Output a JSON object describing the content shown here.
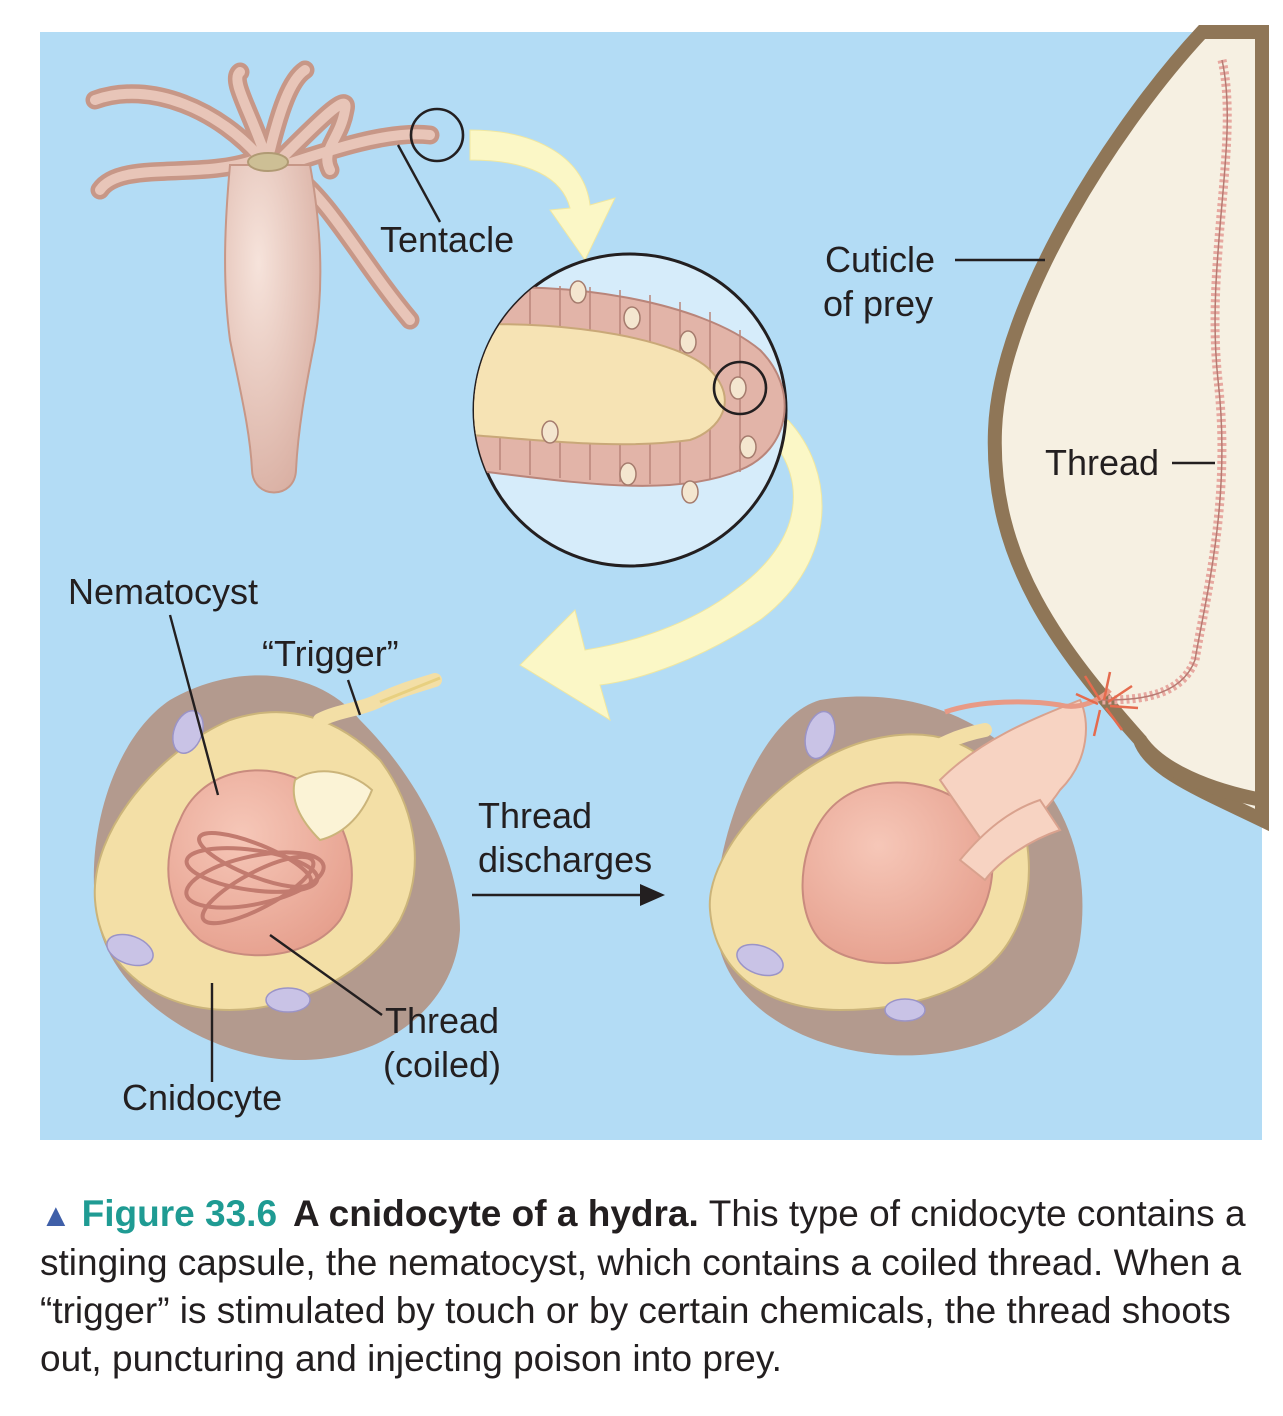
{
  "labels": {
    "tentacle": "Tentacle",
    "cuticle_line1": "Cuticle",
    "cuticle_line2": "of prey",
    "thread_right": "Thread",
    "nematocyst": "Nematocyst",
    "trigger": "“Trigger”",
    "discharge_line1": "Thread",
    "discharge_line2": "discharges",
    "thread_coiled_line1": "Thread",
    "thread_coiled_line2": "(coiled)",
    "cnidocyte": "Cnidocyte"
  },
  "caption": {
    "marker": "▲",
    "figure_number": "Figure 33.6",
    "title": "A cnidocyte of a hydra.",
    "text": "This type of cnidocyte contains a stinging capsule, the nematocyst, which contains a coiled thread. When a “trigger” is stimulated by touch or by certain chemicals, the thread shoots out, puncturing and injecting poison into prey."
  },
  "colors": {
    "background": "#b3dcf5",
    "hydra_body": "#e2bcaf",
    "cell_yellow": "#f3dfa6",
    "arrow_yellow": "#fbf7c6",
    "prey_cuticle": "#8f7657",
    "prey_interior": "#f6f0e2",
    "figure_number": "#1f9b93"
  },
  "icons": {
    "caption_marker": "triangle-up-icon"
  }
}
